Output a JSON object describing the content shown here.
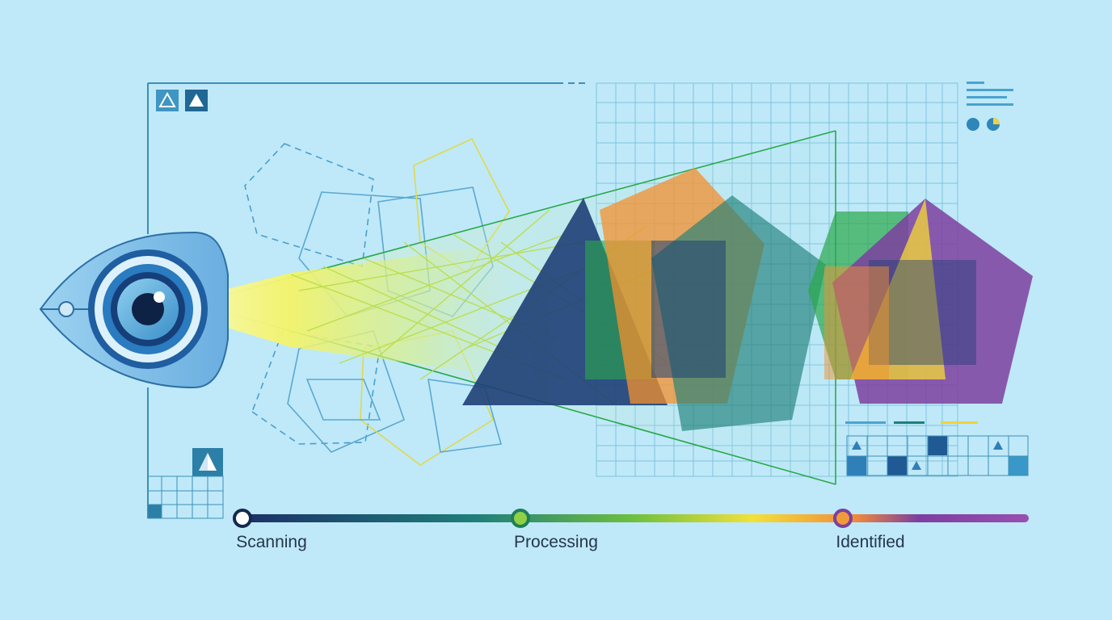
{
  "stages": [
    {
      "label": "Scanning",
      "color": "#1e3a6e"
    },
    {
      "label": "Processing",
      "color": "#6fbf3f"
    },
    {
      "label": "Identified",
      "color": "#f08a3a"
    }
  ],
  "colors": {
    "background": "#bfe9f9",
    "frame": "#3c8fb8",
    "grid": "#6fb8d2",
    "beam": "#f6f56a",
    "navy": "#1e3f75",
    "green": "#2aa84a",
    "orange": "#f4902e",
    "teal": "#1f7f7a",
    "purple": "#7c3fa0",
    "yellow": "#f0d23a"
  },
  "icons": [
    "eye-icon",
    "triangle-outline-icon",
    "triangle-filled-icon",
    "pie-chart-icon",
    "triangle-badge-icon"
  ]
}
